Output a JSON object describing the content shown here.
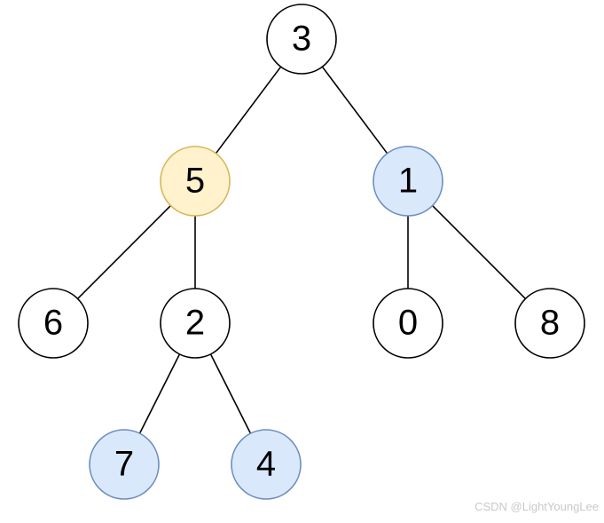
{
  "tree": {
    "nodes": [
      {
        "id": "n3",
        "label": "3",
        "style": "default"
      },
      {
        "id": "n5",
        "label": "5",
        "style": "yellow"
      },
      {
        "id": "n1",
        "label": "1",
        "style": "blue"
      },
      {
        "id": "n6",
        "label": "6",
        "style": "default"
      },
      {
        "id": "n2",
        "label": "2",
        "style": "default"
      },
      {
        "id": "n0",
        "label": "0",
        "style": "default"
      },
      {
        "id": "n8",
        "label": "8",
        "style": "default"
      },
      {
        "id": "n7",
        "label": "7",
        "style": "blue"
      },
      {
        "id": "n4",
        "label": "4",
        "style": "blue"
      }
    ],
    "edges": [
      [
        "n3",
        "n5"
      ],
      [
        "n3",
        "n1"
      ],
      [
        "n5",
        "n6"
      ],
      [
        "n5",
        "n2"
      ],
      [
        "n1",
        "n0"
      ],
      [
        "n1",
        "n8"
      ],
      [
        "n2",
        "n7"
      ],
      [
        "n2",
        "n4"
      ]
    ]
  },
  "styles": {
    "default": {
      "fill": "#ffffff",
      "stroke": "#000000"
    },
    "yellow": {
      "fill": "#fff2cc",
      "stroke": "#d6b656"
    },
    "blue": {
      "fill": "#dae8fc",
      "stroke": "#6c8ebf"
    }
  },
  "watermark": "CSDN @LightYoungLee"
}
